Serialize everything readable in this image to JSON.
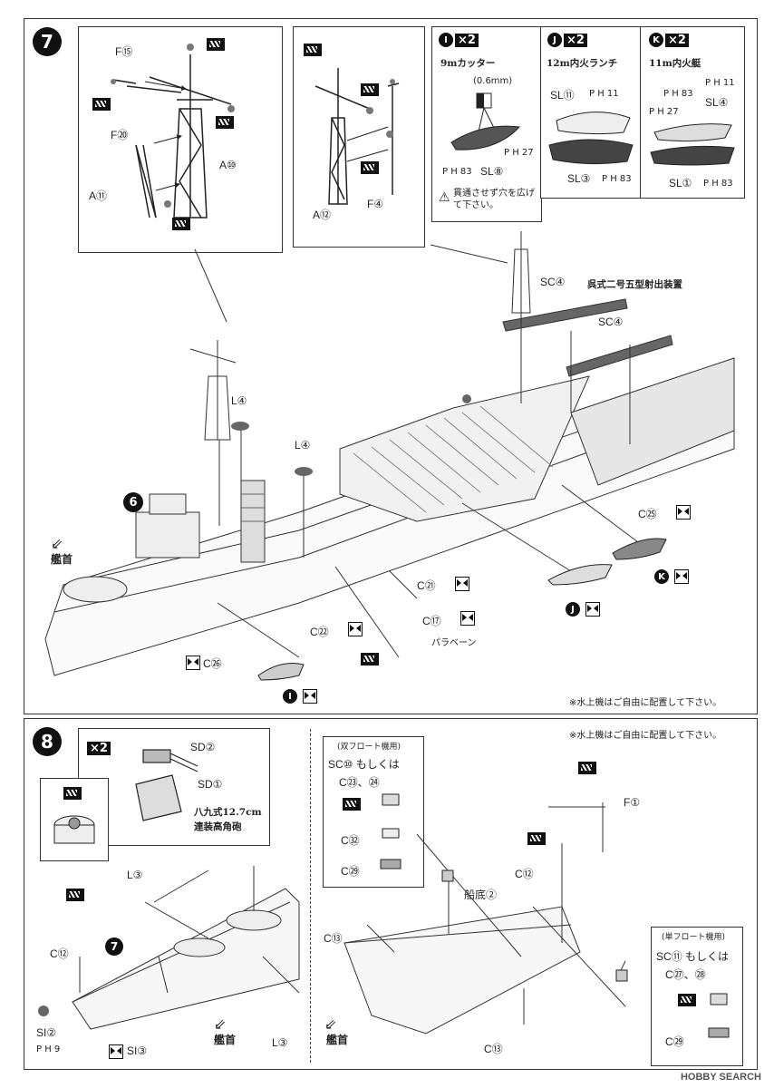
{
  "step7": {
    "number": "7",
    "mast_labels": [
      "F⑮",
      "F⑳",
      "A⑩",
      "A⑪"
    ],
    "mast2_labels": [
      "A⑫",
      "F④"
    ],
    "boat_I": {
      "letter": "I",
      "qty": "×2",
      "title": "9mカッター",
      "thickness": "(0.6mm)",
      "parts": [
        "P H 83",
        "SL⑧",
        "P H 27"
      ],
      "warning": "貫通させず穴を広げて下さい。"
    },
    "boat_J": {
      "letter": "J",
      "qty": "×2",
      "title": "12m内火ランチ",
      "parts": [
        "SL⑪",
        "P H 11",
        "SL③",
        "P H 83"
      ]
    },
    "boat_K": {
      "letter": "K",
      "qty": "×2",
      "title": "11m内火艇",
      "parts": [
        "P H 83",
        "P H 11",
        "P H 27",
        "SL④",
        "SL①",
        "P H 83"
      ]
    },
    "catapult_label": "呉式二号五型射出装置",
    "sc4_a": "SC④",
    "sc4_b": "SC④",
    "l4_a": "L④",
    "l4_b": "L④",
    "bow_label": "艦首",
    "six": "6",
    "c25": "C㉕",
    "c21": "C㉑",
    "c22": "C㉒",
    "c17": "C⑰",
    "paravane": "パラベーン",
    "c26": "C㉖",
    "floatplane_note": "※水上機はご自由に配置して下さい。"
  },
  "step8": {
    "number": "8",
    "gun_qty": "×2",
    "sd2": "SD②",
    "sd1": "SD①",
    "gun_name_1": "八九式12.7cm",
    "gun_name_2": "連装高角砲",
    "l3_a": "L③",
    "l3_b": "L③",
    "c12_a": "C⑫",
    "seven": "7",
    "si2": "SI②",
    "ph9": "P H 9",
    "si3": "SI③",
    "bow_label": "艦首",
    "floatplane_note": "※水上機はご自由に配置して下さい。",
    "twin_float_title": "(双フロート機用)",
    "twin_sc": "SC⑩ もしくは",
    "twin_c": "C㉓、㉔",
    "twin_c32": "C㉜",
    "twin_c29": "C㉙",
    "f1": "F①",
    "c12_b": "C⑫",
    "hull_bottom": "船底②",
    "c13_a": "C⑬",
    "c13_b": "C⑬",
    "single_float_title": "(単フロート機用)",
    "single_sc": "SC⑪ もしくは",
    "single_c": "C㉗、㉘",
    "single_c29": "C㉙"
  },
  "watermark": "HOBBY SEARCH"
}
